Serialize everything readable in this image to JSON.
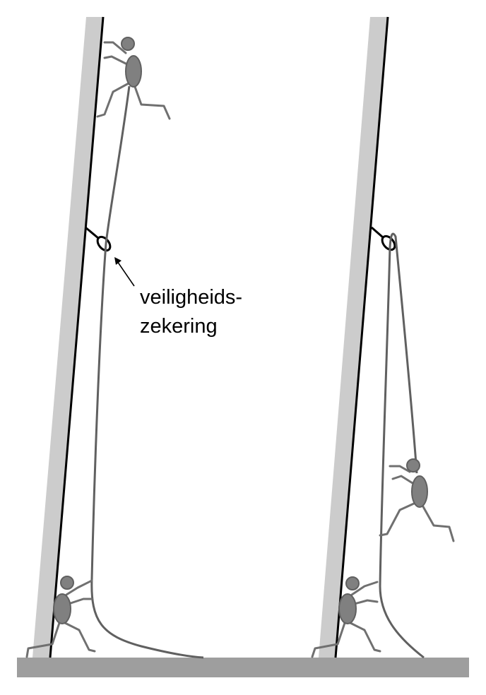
{
  "annotation": {
    "line1": "veiligheids-",
    "line2": "zekering"
  },
  "colors": {
    "background": "#ffffff",
    "wall": "#cccccc",
    "wall_edge": "#000000",
    "ground": "#9e9e9e",
    "rope": "#606060",
    "figure_body": "#808080",
    "figure_limb": "#707070",
    "clip": "#000000"
  },
  "scenes": [
    {
      "id": "left",
      "description_items": [
        "wall",
        "climber-top",
        "safety-clip",
        "rope",
        "belayer"
      ]
    },
    {
      "id": "right",
      "description_items": [
        "wall",
        "safety-clip",
        "rope",
        "falling-climber",
        "belayer"
      ]
    }
  ]
}
